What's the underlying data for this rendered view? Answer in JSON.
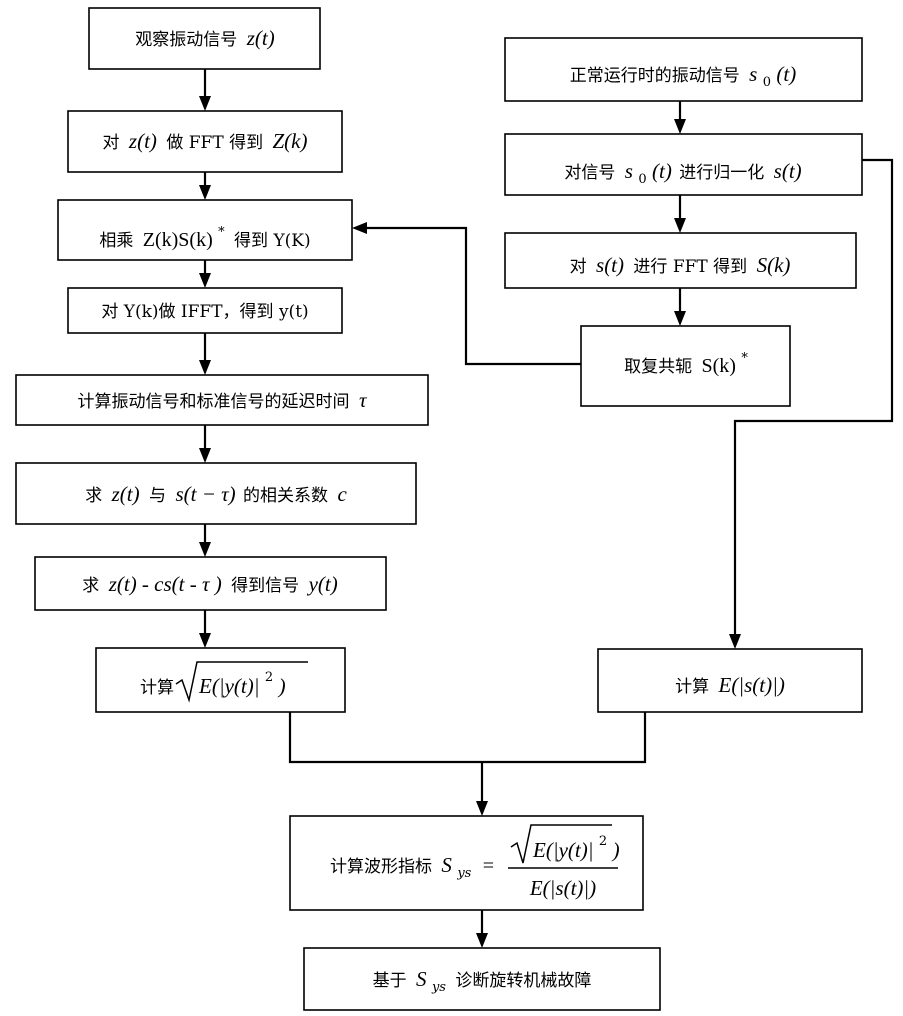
{
  "left_column": {
    "observe_signal": {
      "cn": "观察振动信号",
      "var": "z(t)"
    },
    "fft_z": {
      "pre": "对",
      "a": "z(t)",
      "mid": "做 FFT 得到",
      "b": "Z(k)"
    },
    "multiply": {
      "pre": "相乘",
      "expr": "Z(k)S(k)",
      "star": "*",
      "post": "得到 Y(K)"
    },
    "ifft": {
      "text": "对 Y(k)做 IFFT，得到 y(t)"
    },
    "delay": {
      "text": "计算振动信号和标准信号的延迟时间",
      "tau": "τ"
    },
    "corr": {
      "pre": "求",
      "a": "z(t)",
      "mid": "与",
      "b": "s(t − τ)",
      "post": "的相关系数",
      "c": "c"
    },
    "residual": {
      "pre": "求",
      "expr": "z(t) - cs(t - τ )",
      "mid": "得到信号",
      "y": "y(t)"
    },
    "rms": {
      "pre": "计算",
      "expr": "E(|y(t)|",
      "sq": "2",
      "close": ")"
    }
  },
  "right_column": {
    "normal_signal": {
      "cn": "正常运行时的振动信号",
      "s": "s",
      "sub": "0",
      "t": "(t)"
    },
    "normalize": {
      "pre": "对信号",
      "s": "s",
      "sub": "0",
      "t": "(t)",
      "mid": "进行归一化",
      "out": "s(t)"
    },
    "fft_s": {
      "pre": "对",
      "a": "s(t)",
      "mid": "进行 FFT 得到",
      "b": "S(k)"
    },
    "conj": {
      "pre": "取复共轭",
      "expr": "S(k)",
      "star": "*"
    },
    "mean_abs": {
      "pre": "计算",
      "expr": "E(|s(t)|)"
    }
  },
  "bottom": {
    "index": {
      "pre": "计算波形指标",
      "S": "S",
      "sub": "ys",
      "eq": "=",
      "num": "E(|y(t)|",
      "num_sq": "2",
      "num_close": ")",
      "den": "E(|s(t)|)"
    },
    "diagnose": {
      "pre": "基于",
      "S": "S",
      "sub": "ys",
      "post": "诊断旋转机械故障"
    }
  }
}
